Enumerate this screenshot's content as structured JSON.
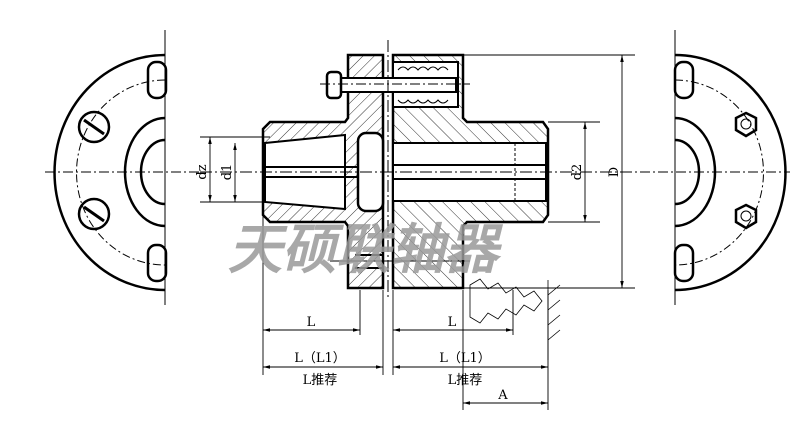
{
  "labels": {
    "dz": "dz",
    "d1": "d1",
    "d2": "d2",
    "D": "D",
    "L_left": "L",
    "L_L1_left": "L（L1）",
    "L_rec_left": "L推荐",
    "L_right": "L",
    "L_L1_right": "L（L1）",
    "L_rec_right": "L推荐",
    "A": "A"
  },
  "watermark": "天硕联轴器"
}
